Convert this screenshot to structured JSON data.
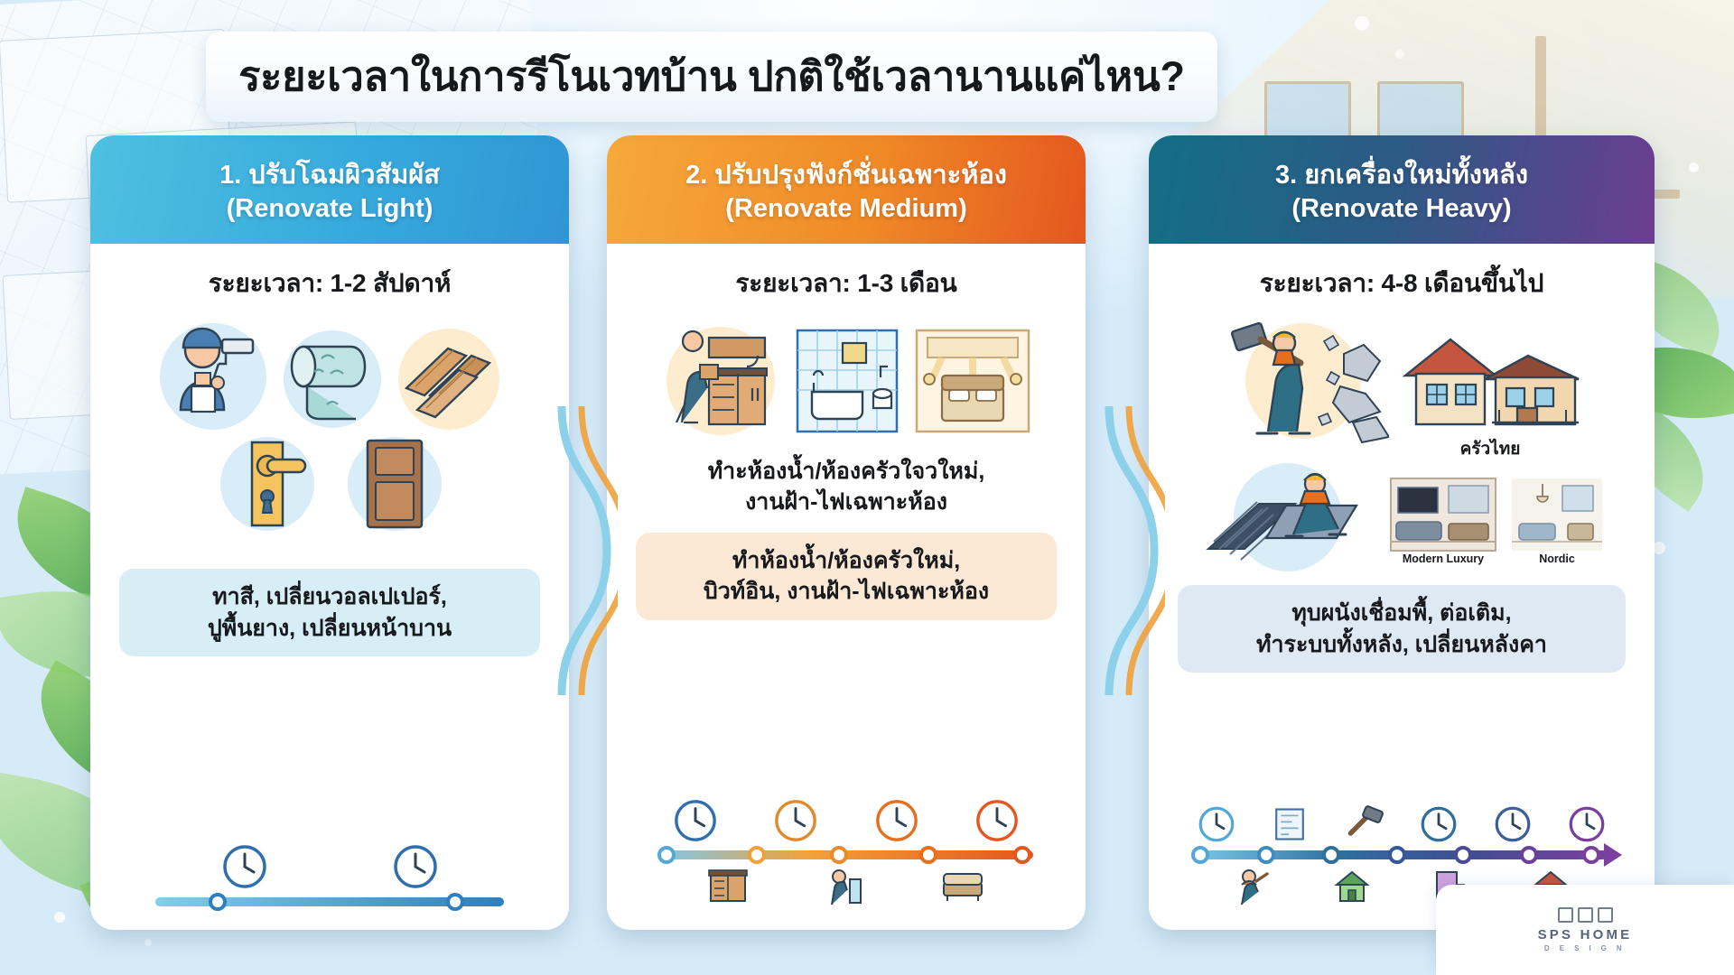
{
  "title": "ระยะเวลาในการรีโนเวทบ้าน ปกติใช้เวลานานแค่ไหน?",
  "colors": {
    "card1_head_from": "#4fc0e0",
    "card1_head_to": "#2f96d4",
    "card2_head_from": "#f6a93b",
    "card2_head_to": "#e4561f",
    "card3_head_from": "#136f86",
    "card3_head_to": "#6b3d8f",
    "page_bg": "#d6ebf8"
  },
  "cards": [
    {
      "id": "renovate-light",
      "head_line1": "1. ปรับโฉมผิวสัมผัส",
      "head_line2": "(Renovate Light)",
      "duration": "ระยะเวลา: 1-2 สัปดาห์",
      "caption_line1": "ทาสี, เปลี่ยนวอลเปเปอร์,",
      "caption_line2": "ปูพื้นยาง, เปลี่ยนหน้าบาน",
      "icons_row1": [
        "painter-roller-icon",
        "wallpaper-roll-icon",
        "wood-plank-flooring-icon"
      ],
      "icons_row2": [
        "door-handle-icon",
        "cabinet-door-icon"
      ],
      "timeline_clocks": 2,
      "timeline_nodes": 2
    },
    {
      "id": "renovate-medium",
      "head_line1": "2. ปรับปรุงฟังก์ชั่นเฉพาะห้อง",
      "head_line2": "(Renovate Medium)",
      "duration": "ระยะเวลา: 1-3 เดือน",
      "mid_note_line1": "ทำะห้องน้ำ/ห้องครัวใจวใหม่,",
      "mid_note_line2": "งานฝ้า-ไฟเฉพาะห้อง",
      "caption_line1": "ทำห้องน้ำ/ห้องครัวใหม่,",
      "caption_line2": "บิวท์อิน, งานฝ้า-ไฟเฉพาะห้อง",
      "icons_row1": [
        "kitchen-worker-icon",
        "bathroom-icon",
        "bedroom-ceiling-icon"
      ],
      "timeline_clocks": 4,
      "timeline_nodes": 5,
      "foot_icons": [
        "kitchen-cabinet-icon",
        "plumber-icon",
        "bed-icon"
      ]
    },
    {
      "id": "renovate-heavy",
      "head_line1": "3. ยกเครื่องใหม่ทั้งหลัง",
      "head_line2": "(Renovate Heavy)",
      "duration": "ระยะเวลา: 4-8 เดือนขึ้นไป",
      "caption_line1": "ทุบผนังเชื่อมพื้, ต่อเติม,",
      "caption_line2": "ทำระบบทั้งหลัง, เปลี่ยนหลังคา",
      "label_house": "ครัวไทย",
      "label_style_left": "Modern Luxury",
      "label_style_right": "Nordic",
      "icons_row1": [
        "sledgehammer-demolition-icon",
        "house-exterior-icon"
      ],
      "icons_row2": [
        "roof-worker-icon",
        "interior-modern-icon",
        "interior-nordic-icon"
      ],
      "timeline_clocks": 6,
      "timeline_nodes": 7,
      "foot_icons": [
        "demolition-worker-icon",
        "green-house-icon",
        "paint-wall-icon",
        "finished-house-icon"
      ]
    }
  ],
  "logo": {
    "name": "SPS HOME",
    "sub": "D E S I G N"
  }
}
